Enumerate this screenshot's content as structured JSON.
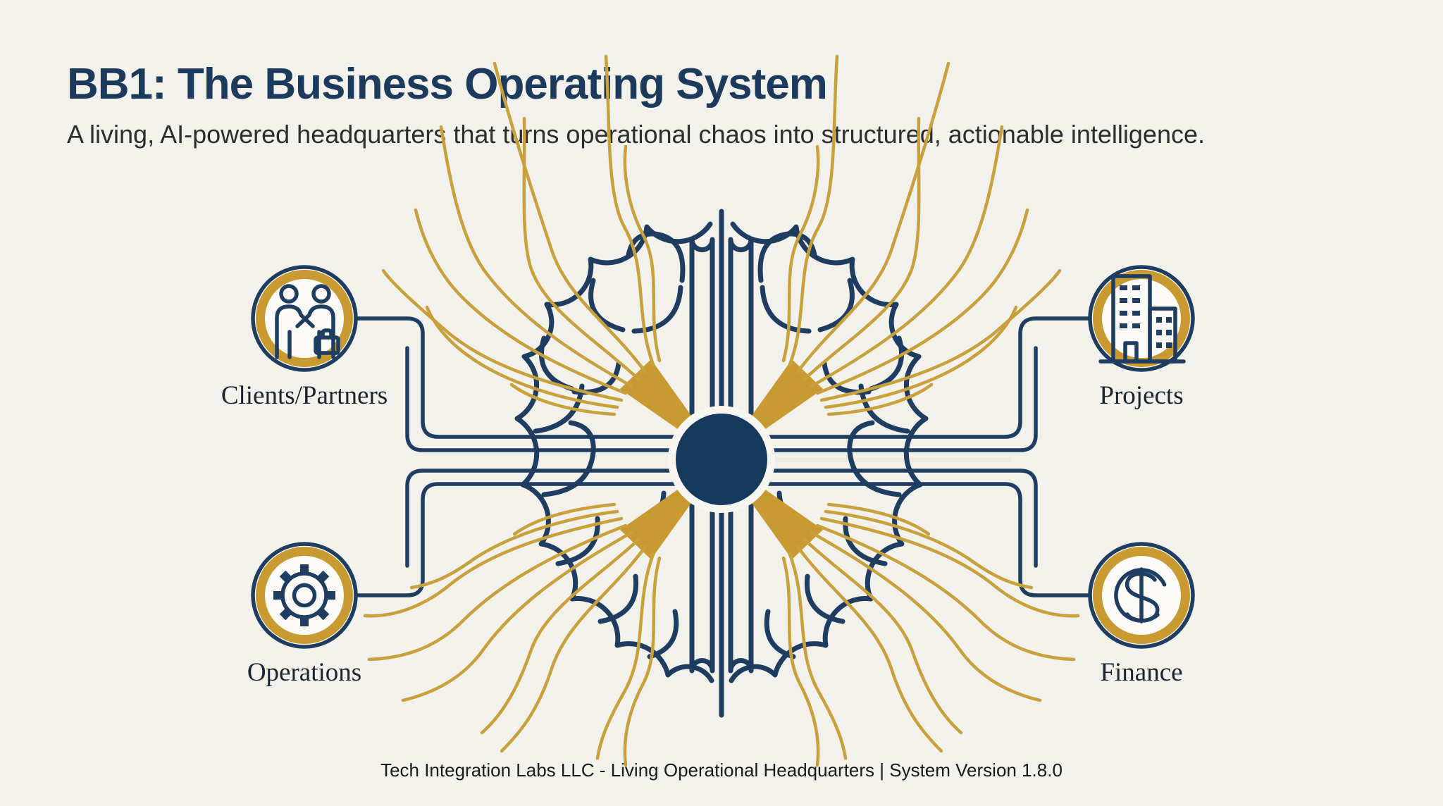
{
  "header": {
    "title": "BB1: The Business Operating System",
    "subtitle": "A living, AI-powered headquarters that turns operational chaos into structured, actionable intelligence."
  },
  "nodes": [
    {
      "id": "clients_partners",
      "label": "Clients/Partners",
      "icon": "handshake-icon",
      "position": "top-left"
    },
    {
      "id": "projects",
      "label": "Projects",
      "icon": "buildings-icon",
      "position": "top-right"
    },
    {
      "id": "operations",
      "label": "Operations",
      "icon": "gear-icon",
      "position": "bottom-left"
    },
    {
      "id": "finance",
      "label": "Finance",
      "icon": "dollar-coin-icon",
      "position": "bottom-right"
    }
  ],
  "center": {
    "icon": "brain-neural-core-icon"
  },
  "footer": {
    "text": "Tech Integration Labs LLC - Living Operational Headquarters | System Version 1.8.0"
  },
  "theme": {
    "bg": "#F2F1EC",
    "navy": "#1F3D60",
    "navy-deep": "#16395E",
    "gold": "#C99A31",
    "gold-fiber": "#C8A03C",
    "halo": "#F7F6F1",
    "circle-fill": "#FCFBF7",
    "title-color": "#1C3A5C",
    "subtitle-color": "#2D2D2D",
    "label-color": "#1C2430",
    "footer-color": "#1A1A1A"
  }
}
